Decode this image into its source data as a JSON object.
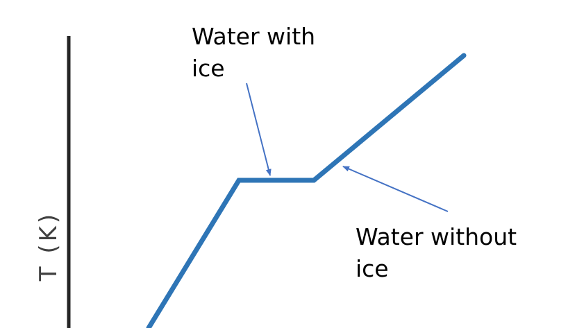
{
  "axis": {
    "ylabel": "T (K)"
  },
  "annotations": {
    "with_ice_line1": "Water with",
    "with_ice_line2": "ice",
    "without_ice_line1": "Water without",
    "without_ice_line2": "ice"
  },
  "colors": {
    "curve": "#2E75B6",
    "arrow": "#4472C4",
    "axis": "#262626",
    "text": "#000000"
  }
}
